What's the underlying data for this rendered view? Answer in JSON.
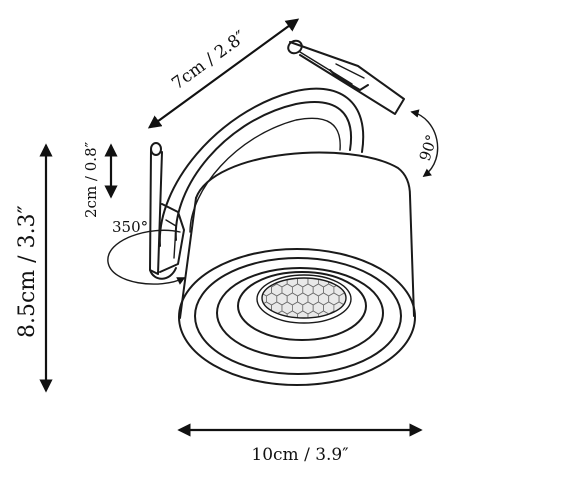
{
  "dimensions": {
    "width_label": "7cm / 2.8″",
    "height_label": "8.5cm / 3.3″",
    "small_height_label": "2cm / 0.8″",
    "diameter_label": "10cm / 3.9″",
    "rotation_label": "350°",
    "tilt_label": "90°"
  }
}
